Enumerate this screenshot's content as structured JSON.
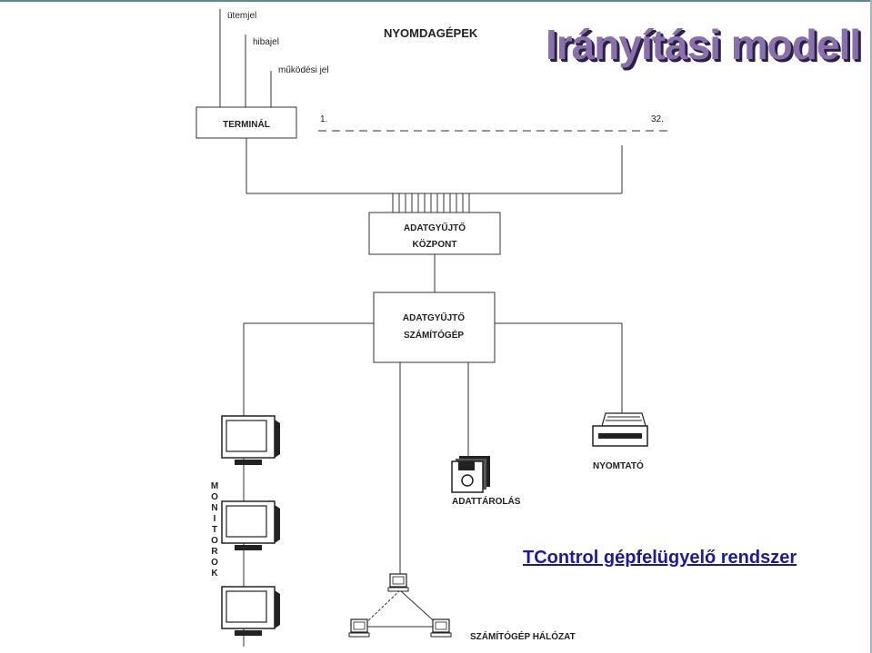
{
  "slide": {
    "title": "Irányítási modell",
    "subtitle": "TControl gépfelügyelő rendszer"
  },
  "diagram": {
    "signals": [
      "ütemjel",
      "hibajel",
      "működési jel"
    ],
    "printing_machines_label": "NYOMDAGÉPEK",
    "terminal_label": "TERMINÁL",
    "machine_first": "1.",
    "machine_last": "32.",
    "collector_center": [
      "ADATGYŰJTŐ",
      "KÖZPONT"
    ],
    "collector_computer": [
      "ADATGYŰJTŐ",
      "SZÁMÍTÓGÉP"
    ],
    "monitors_label": [
      "M",
      "O",
      "N",
      "I",
      "T",
      "O",
      "R",
      "O",
      "K"
    ],
    "storage_label": "ADATTÁROLÁS",
    "printer_label": "NYOMTATÓ",
    "network_label": "SZÁMÍTÓGÉP HÁLÓZAT"
  },
  "colors": {
    "title": "#8a6fae",
    "subtitle": "#1a1aa0",
    "line": "#333333"
  }
}
